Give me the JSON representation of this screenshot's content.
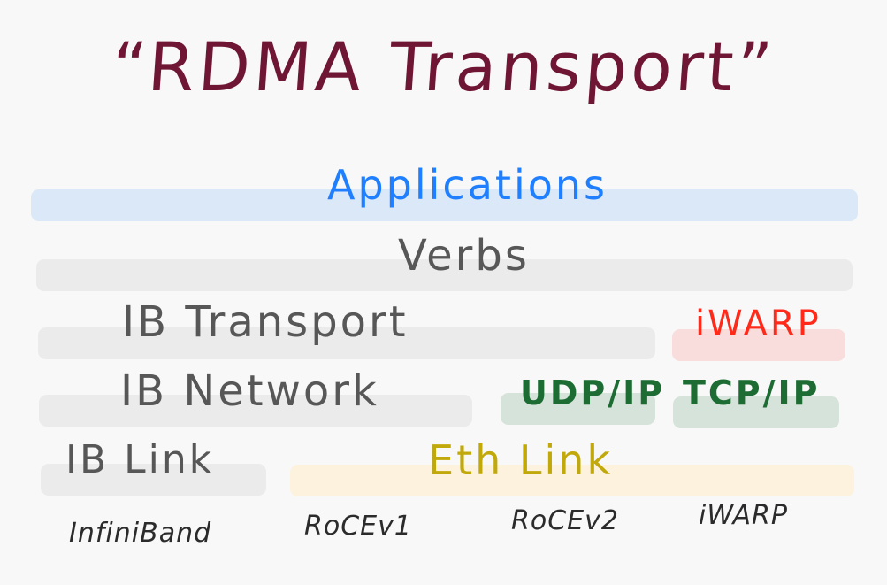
{
  "title": "“RDMA Transport”",
  "colors": {
    "title": "#6e1634",
    "applications_text": "#1f7fff",
    "applications_bar": "#dbe8f8",
    "gray_text": "#575757",
    "gray_bar": "#ebebeb",
    "iwarp_text": "#ff2a1a",
    "iwarp_bar": "#f9dcdc",
    "green_text": "#1d6c34",
    "green_bar": "#d5e3da",
    "eth_text": "#c1a90c",
    "eth_bar": "#fcf2dd",
    "footer_text": "#2b2b2b"
  },
  "layers": {
    "applications": "Applications",
    "verbs": "Verbs",
    "ib_transport": "IB Transport",
    "iwarp": "iWARP",
    "ib_network": "IB Network",
    "udp_ip": "UDP/IP",
    "tcp_ip": "TCP/IP",
    "ib_link": "IB Link",
    "eth_link": "Eth Link"
  },
  "footer": {
    "infiniband": "InfiniBand",
    "rocev1": "RoCEv1",
    "rocev2": "RoCEv2",
    "iwarp": "iWARP"
  }
}
